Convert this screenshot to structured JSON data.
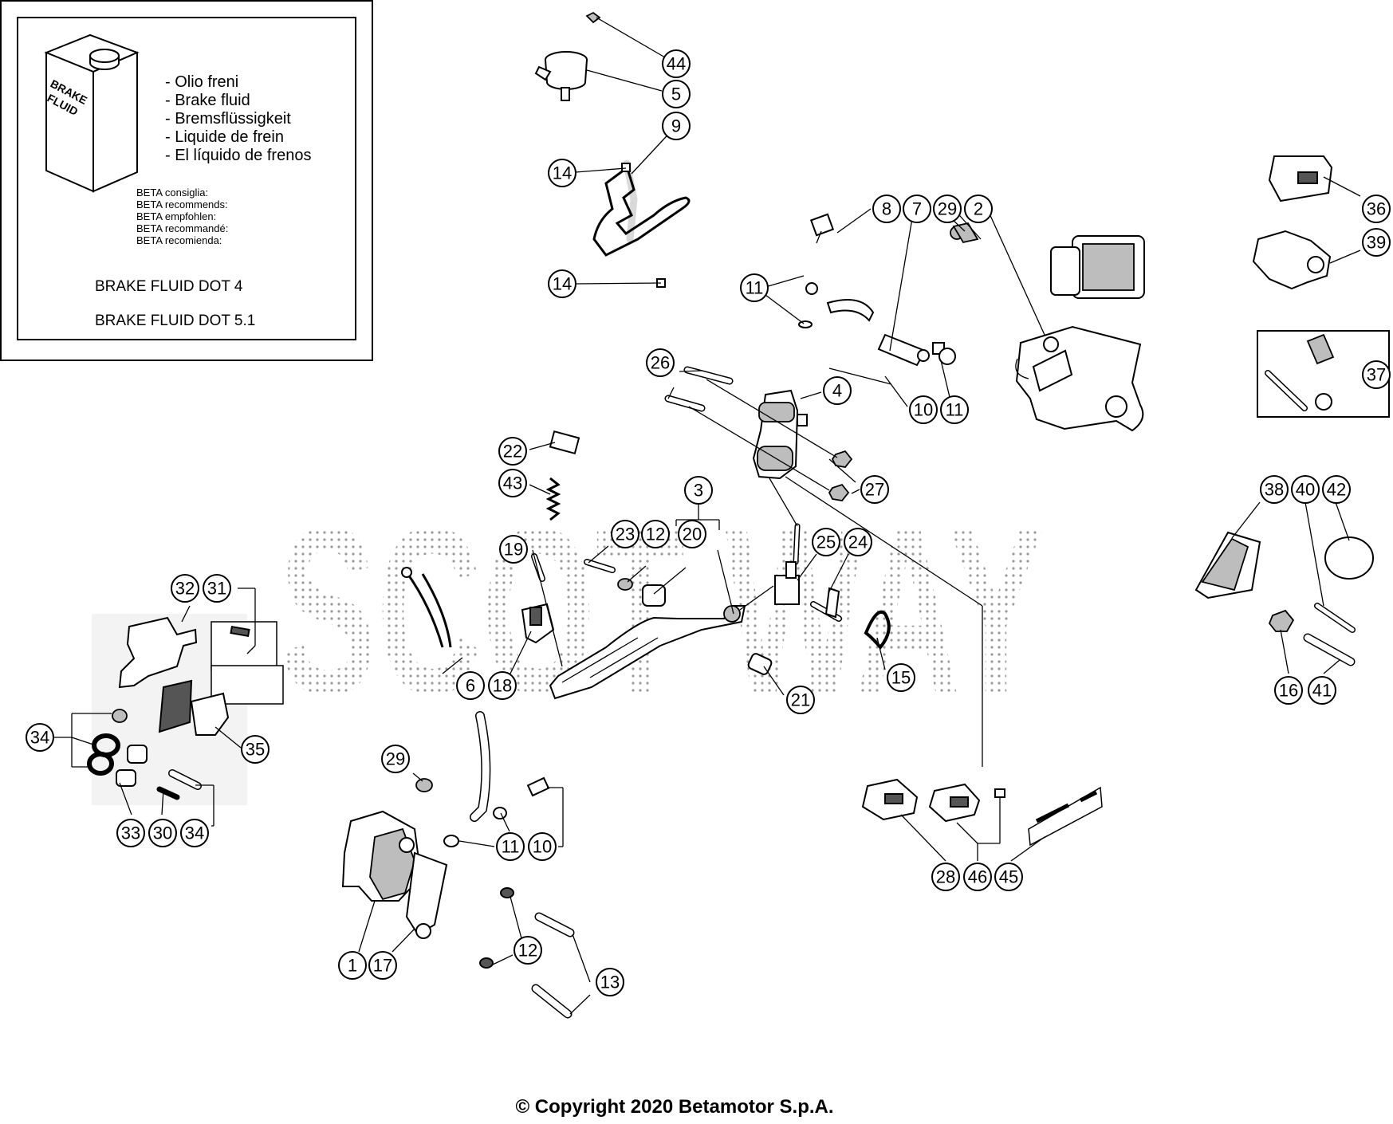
{
  "legend": {
    "can_label": "BRAKE\nFLUID",
    "fluid_names": [
      "- Olio freni",
      "- Brake fluid",
      "- Bremsflüssigkeit",
      "- Liquide de frein",
      "- El líquido de frenos"
    ],
    "recommends": [
      "BETA consiglia:",
      "BETA recommends:",
      "BETA empfohlen:",
      "BETA recommandé:",
      "BETA recomienda:"
    ],
    "fluid_dot4": "BRAKE FLUID DOT 4",
    "fluid_dot51": "BRAKE FLUID DOT 5.1"
  },
  "callouts": [
    "44",
    "5",
    "9",
    "14",
    "14",
    "8",
    "7",
    "29",
    "2",
    "11",
    "26",
    "4",
    "10",
    "11",
    "22",
    "43",
    "27",
    "3",
    "23",
    "12",
    "20",
    "19",
    "25",
    "24",
    "32",
    "31",
    "6",
    "18",
    "15",
    "21",
    "34",
    "35",
    "29",
    "33",
    "30",
    "34",
    "11",
    "10",
    "1",
    "17",
    "12",
    "13",
    "28",
    "46",
    "45",
    "36",
    "39",
    "37",
    "38",
    "40",
    "42",
    "16",
    "41"
  ],
  "watermark": "SCOT WAY",
  "copyright": "© Copyright 2020 Betamotor S.p.A."
}
